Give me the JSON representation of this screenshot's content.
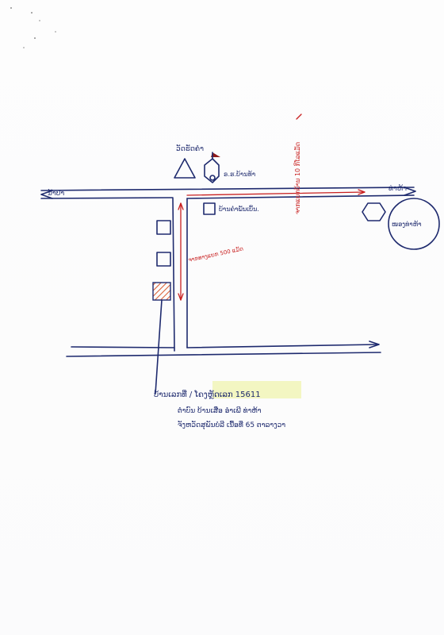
{
  "roads": {
    "left_end_label": "ນ້ຳປາ",
    "right_end_label": "ທ່າຫ້າ"
  },
  "landmarks": {
    "temple_label": "ວັດຮັດຄຳ",
    "school_label": "ຣ.ຮ.ບ້ານທ້າ",
    "nearby_house_label": "ບ້ານຄຳພັນເບິ້ນ.",
    "pond_label": "ໜອງທ່າຫ້າ"
  },
  "distances": {
    "vertical_road_label": "ຈາກທາງແຍກ 500 ແມັດ",
    "main_road_label": "ຈາກແຍກບ້ານ 10 ກິໂລແມັດ"
  },
  "address": {
    "line1_name": "ບ້ານເລກທີ່ / ໂຄງຫຼັດເລກ 15611",
    "line2": "ຕຳບົນ ບ້ານເສື່ອ ອຳເພີ ທ່າຫ້າ",
    "line3": "ຈັງຫວັດສຸພັນບໍລີ ເນື້ອທີ່ 65 ຕາລາງວາ",
    "highlight_color": "#f3f6c2"
  },
  "colors": {
    "ink": "#1e2a6e",
    "red_ink": "#c81f1f",
    "hatch": "#d9572b"
  }
}
